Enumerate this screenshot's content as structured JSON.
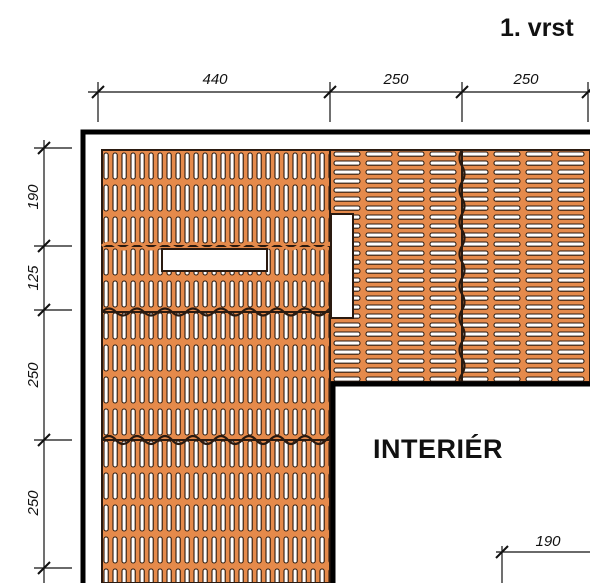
{
  "drawing": {
    "title": "1. vrst",
    "room_label": "INTERIÉR",
    "dims_top": [
      "440",
      "250",
      "250"
    ],
    "dims_left": [
      "190",
      "125",
      "250",
      "250"
    ],
    "dim_inner": "190"
  },
  "colors": {
    "brick": "#e58a4b",
    "mortar": "#2a1a10",
    "wall_line": "#000000",
    "background": "#ffffff"
  }
}
